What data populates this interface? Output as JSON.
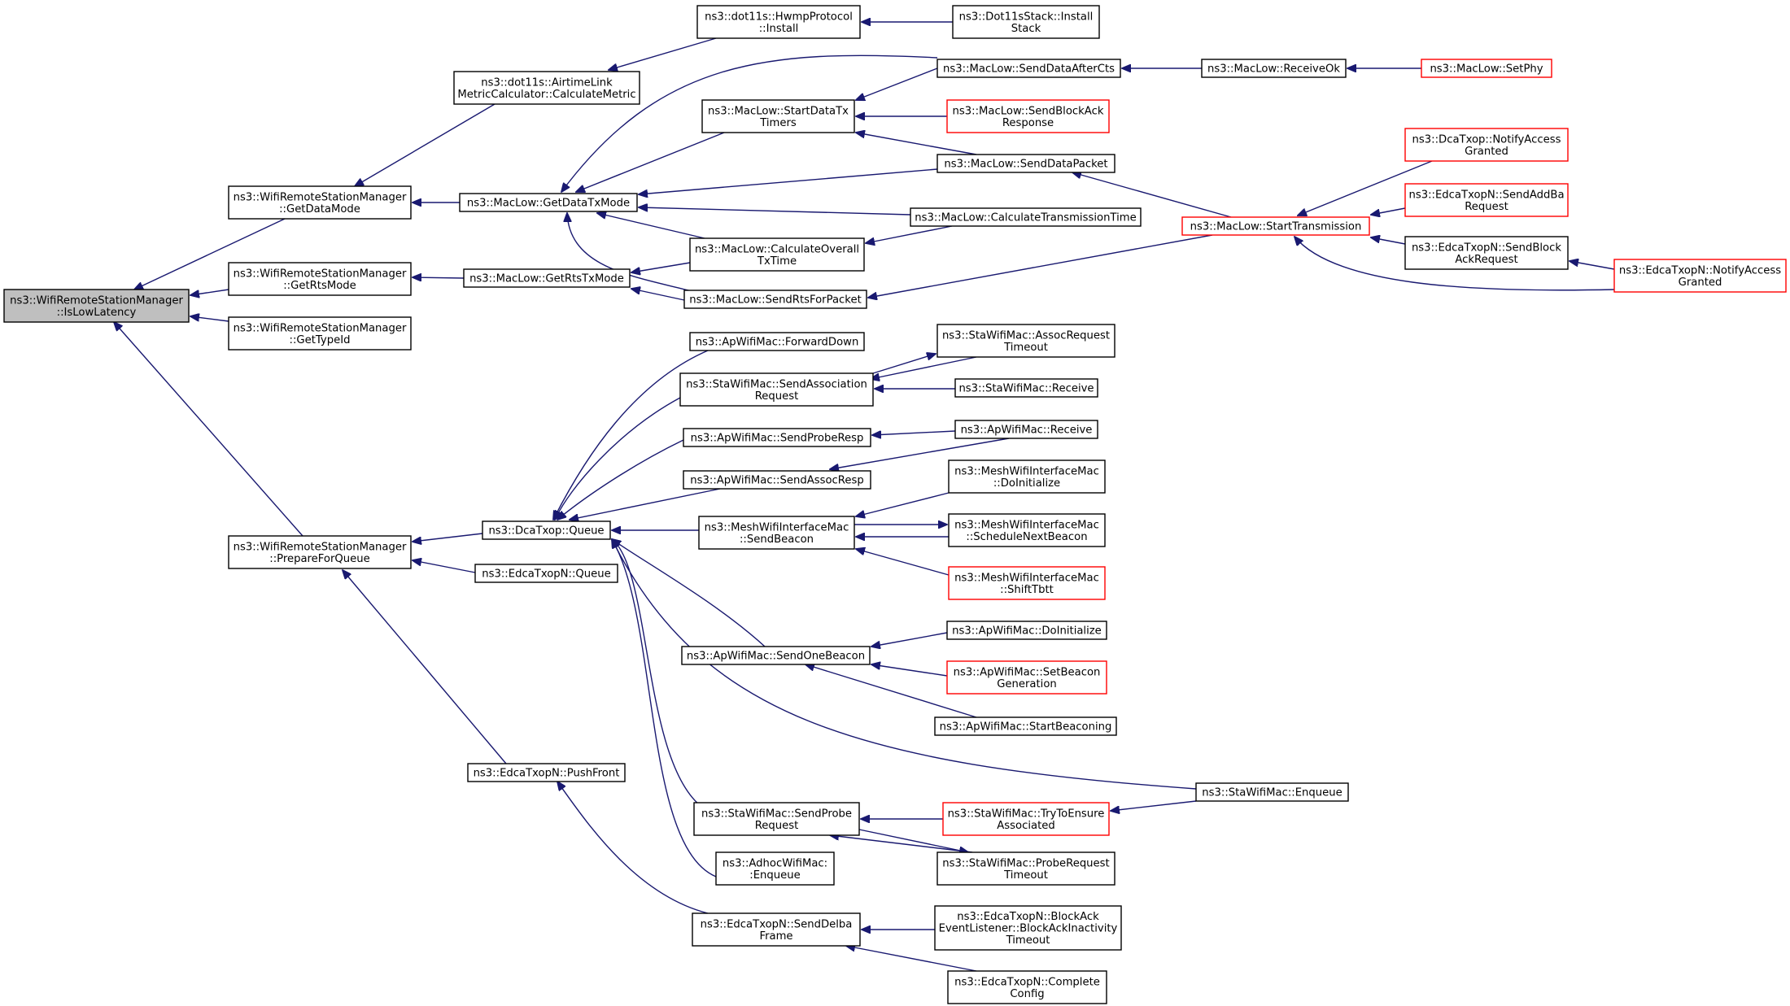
{
  "diagram": {
    "type": "doxygen-caller-graph",
    "colors": {
      "edge": "#191970",
      "node_border": "#000000",
      "truncated_border": "#ff0000",
      "root_fill": "#bfbfbf",
      "background": "#ffffff"
    },
    "nodes": [
      {
        "id": "root",
        "lines": [
          "ns3::WifiRemoteStationManager",
          "::IsLowLatency"
        ],
        "style": "root"
      },
      {
        "id": "getDataMode",
        "lines": [
          "ns3::WifiRemoteStationManager",
          "::GetDataMode"
        ]
      },
      {
        "id": "getRtsMode",
        "lines": [
          "ns3::WifiRemoteStationManager",
          "::GetRtsMode"
        ]
      },
      {
        "id": "getTypeId",
        "lines": [
          "ns3::WifiRemoteStationManager",
          "::GetTypeId"
        ]
      },
      {
        "id": "prepareForQueue",
        "lines": [
          "ns3::WifiRemoteStationManager",
          "::PrepareForQueue"
        ]
      },
      {
        "id": "airtime",
        "lines": [
          "ns3::dot11s::AirtimeLink",
          "MetricCalculator::CalculateMetric"
        ]
      },
      {
        "id": "macGetDataTxMode",
        "lines": [
          "ns3::MacLow::GetDataTxMode"
        ]
      },
      {
        "id": "macGetRtsTxMode",
        "lines": [
          "ns3::MacLow::GetRtsTxMode"
        ]
      },
      {
        "id": "dcaQueue",
        "lines": [
          "ns3::DcaTxop::Queue"
        ]
      },
      {
        "id": "edcaQueue",
        "lines": [
          "ns3::EdcaTxopN::Queue"
        ]
      },
      {
        "id": "edcaPushFront",
        "lines": [
          "ns3::EdcaTxopN::PushFront"
        ]
      },
      {
        "id": "hwmpInstall",
        "lines": [
          "ns3::dot11s::HwmpProtocol",
          "::Install"
        ]
      },
      {
        "id": "dot11sInstall",
        "lines": [
          "ns3::Dot11sStack::Install",
          "Stack"
        ]
      },
      {
        "id": "startDataTxTimers",
        "lines": [
          "ns3::MacLow::StartDataTx",
          "Timers"
        ]
      },
      {
        "id": "calcOverallTxTime",
        "lines": [
          "ns3::MacLow::CalculateOverall",
          "TxTime"
        ]
      },
      {
        "id": "sendRtsForPacket",
        "lines": [
          "ns3::MacLow::SendRtsForPacket"
        ]
      },
      {
        "id": "sendDataAfterCts",
        "lines": [
          "ns3::MacLow::SendDataAfterCts"
        ]
      },
      {
        "id": "sendBlockAckResponse",
        "lines": [
          "ns3::MacLow::SendBlockAck",
          "Response"
        ],
        "style": "red"
      },
      {
        "id": "sendDataPacket",
        "lines": [
          "ns3::MacLow::SendDataPacket"
        ]
      },
      {
        "id": "calcTransmissionTime",
        "lines": [
          "ns3::MacLow::CalculateTransmissionTime"
        ]
      },
      {
        "id": "receiveOk",
        "lines": [
          "ns3::MacLow::ReceiveOk"
        ]
      },
      {
        "id": "setPhy",
        "lines": [
          "ns3::MacLow::SetPhy"
        ],
        "style": "red"
      },
      {
        "id": "startTransmission",
        "lines": [
          "ns3::MacLow::StartTransmission"
        ],
        "style": "red"
      },
      {
        "id": "dcaNotifyAccess",
        "lines": [
          "ns3::DcaTxop::NotifyAccess",
          "Granted"
        ],
        "style": "red"
      },
      {
        "id": "edcaSendAddBa",
        "lines": [
          "ns3::EdcaTxopN::SendAddBa",
          "Request"
        ],
        "style": "red"
      },
      {
        "id": "edcaSendBlockAck",
        "lines": [
          "ns3::EdcaTxopN::SendBlock",
          "AckRequest"
        ]
      },
      {
        "id": "edcaNotifyAccess",
        "lines": [
          "ns3::EdcaTxopN::NotifyAccess",
          "Granted"
        ],
        "style": "red"
      },
      {
        "id": "apForwardDown",
        "lines": [
          "ns3::ApWifiMac::ForwardDown"
        ]
      },
      {
        "id": "staSendAssoc",
        "lines": [
          "ns3::StaWifiMac::SendAssociation",
          "Request"
        ]
      },
      {
        "id": "apSendProbeResp",
        "lines": [
          "ns3::ApWifiMac::SendProbeResp"
        ]
      },
      {
        "id": "apSendAssocResp",
        "lines": [
          "ns3::ApWifiMac::SendAssocResp"
        ]
      },
      {
        "id": "meshSendBeacon",
        "lines": [
          "ns3::MeshWifiInterfaceMac",
          "::SendBeacon"
        ]
      },
      {
        "id": "apSendOneBeacon",
        "lines": [
          "ns3::ApWifiMac::SendOneBeacon"
        ]
      },
      {
        "id": "staSendProbe",
        "lines": [
          "ns3::StaWifiMac::SendProbe",
          "Request"
        ]
      },
      {
        "id": "adhocEnqueue",
        "lines": [
          "ns3::AdhocWifiMac:",
          ":Enqueue"
        ]
      },
      {
        "id": "edcaSendDelba",
        "lines": [
          "ns3::EdcaTxopN::SendDelba",
          "Frame"
        ]
      },
      {
        "id": "staAssocTimeout",
        "lines": [
          "ns3::StaWifiMac::AssocRequest",
          "Timeout"
        ]
      },
      {
        "id": "staReceive",
        "lines": [
          "ns3::StaWifiMac::Receive"
        ]
      },
      {
        "id": "apReceive",
        "lines": [
          "ns3::ApWifiMac::Receive"
        ]
      },
      {
        "id": "meshDoInit",
        "lines": [
          "ns3::MeshWifiInterfaceMac",
          "::DoInitialize"
        ]
      },
      {
        "id": "meshSchedule",
        "lines": [
          "ns3::MeshWifiInterfaceMac",
          "::ScheduleNextBeacon"
        ]
      },
      {
        "id": "meshShiftTbtt",
        "lines": [
          "ns3::MeshWifiInterfaceMac",
          "::ShiftTbtt"
        ],
        "style": "red"
      },
      {
        "id": "apDoInit",
        "lines": [
          "ns3::ApWifiMac::DoInitialize"
        ]
      },
      {
        "id": "apSetBeaconGen",
        "lines": [
          "ns3::ApWifiMac::SetBeacon",
          "Generation"
        ],
        "style": "red"
      },
      {
        "id": "apStartBeaconing",
        "lines": [
          "ns3::ApWifiMac::StartBeaconing"
        ]
      },
      {
        "id": "staEnqueue",
        "lines": [
          "ns3::StaWifiMac::Enqueue"
        ]
      },
      {
        "id": "staTryToEnsure",
        "lines": [
          "ns3::StaWifiMac::TryToEnsure",
          "Associated"
        ],
        "style": "red"
      },
      {
        "id": "staProbeTimeout",
        "lines": [
          "ns3::StaWifiMac::ProbeRequest",
          "Timeout"
        ]
      },
      {
        "id": "edcaBlockAckInactivity",
        "lines": [
          "ns3::EdcaTxopN::BlockAck",
          "EventListener::BlockAckInactivity",
          "Timeout"
        ]
      },
      {
        "id": "edcaCompleteConfig",
        "lines": [
          "ns3::EdcaTxopN::Complete",
          "Config"
        ]
      }
    ],
    "edges": [
      {
        "from": "getDataMode",
        "to": "root"
      },
      {
        "from": "getRtsMode",
        "to": "root"
      },
      {
        "from": "getTypeId",
        "to": "root"
      },
      {
        "from": "prepareForQueue",
        "to": "root"
      },
      {
        "from": "airtime",
        "to": "getDataMode"
      },
      {
        "from": "macGetDataTxMode",
        "to": "getDataMode"
      },
      {
        "from": "macGetRtsTxMode",
        "to": "getRtsMode"
      },
      {
        "from": "dcaQueue",
        "to": "prepareForQueue"
      },
      {
        "from": "edcaQueue",
        "to": "prepareForQueue"
      },
      {
        "from": "edcaPushFront",
        "to": "prepareForQueue"
      },
      {
        "from": "hwmpInstall",
        "to": "airtime"
      },
      {
        "from": "dot11sInstall",
        "to": "hwmpInstall"
      },
      {
        "from": "sendDataAfterCts",
        "to": "macGetDataTxMode"
      },
      {
        "from": "startDataTxTimers",
        "to": "macGetDataTxMode"
      },
      {
        "from": "sendDataPacket",
        "to": "macGetDataTxMode"
      },
      {
        "from": "calcTransmissionTime",
        "to": "macGetDataTxMode"
      },
      {
        "from": "calcOverallTxTime",
        "to": "macGetDataTxMode"
      },
      {
        "from": "sendRtsForPacket",
        "to": "macGetDataTxMode"
      },
      {
        "from": "calcOverallTxTime",
        "to": "macGetRtsTxMode"
      },
      {
        "from": "sendRtsForPacket",
        "to": "macGetRtsTxMode"
      },
      {
        "from": "sendDataAfterCts",
        "to": "startDataTxTimers"
      },
      {
        "from": "sendBlockAckResponse",
        "to": "startDataTxTimers"
      },
      {
        "from": "sendDataPacket",
        "to": "startDataTxTimers"
      },
      {
        "from": "calcTransmissionTime",
        "to": "calcOverallTxTime"
      },
      {
        "from": "startTransmission",
        "to": "sendRtsForPacket"
      },
      {
        "from": "startTransmission",
        "to": "sendDataPacket"
      },
      {
        "from": "receiveOk",
        "to": "sendDataAfterCts"
      },
      {
        "from": "setPhy",
        "to": "receiveOk"
      },
      {
        "from": "dcaNotifyAccess",
        "to": "startTransmission"
      },
      {
        "from": "edcaSendAddBa",
        "to": "startTransmission"
      },
      {
        "from": "edcaSendBlockAck",
        "to": "startTransmission"
      },
      {
        "from": "edcaNotifyAccess",
        "to": "startTransmission"
      },
      {
        "from": "edcaNotifyAccess",
        "to": "edcaSendBlockAck"
      },
      {
        "from": "apForwardDown",
        "to": "dcaQueue"
      },
      {
        "from": "staSendAssoc",
        "to": "dcaQueue"
      },
      {
        "from": "apSendProbeResp",
        "to": "dcaQueue"
      },
      {
        "from": "apSendAssocResp",
        "to": "dcaQueue"
      },
      {
        "from": "meshSendBeacon",
        "to": "dcaQueue"
      },
      {
        "from": "apSendOneBeacon",
        "to": "dcaQueue"
      },
      {
        "from": "staSendProbe",
        "to": "dcaQueue"
      },
      {
        "from": "adhocEnqueue",
        "to": "dcaQueue"
      },
      {
        "from": "staEnqueue",
        "to": "dcaQueue"
      },
      {
        "from": "edcaSendDelba",
        "to": "edcaPushFront"
      },
      {
        "from": "staAssocTimeout",
        "to": "staSendAssoc"
      },
      {
        "from": "staSendAssoc",
        "to": "staAssocTimeout"
      },
      {
        "from": "staReceive",
        "to": "staSendAssoc"
      },
      {
        "from": "apReceive",
        "to": "apSendProbeResp"
      },
      {
        "from": "apReceive",
        "to": "apSendAssocResp"
      },
      {
        "from": "meshDoInit",
        "to": "meshSendBeacon"
      },
      {
        "from": "meshSchedule",
        "to": "meshSendBeacon"
      },
      {
        "from": "meshSendBeacon",
        "to": "meshSchedule"
      },
      {
        "from": "meshShiftTbtt",
        "to": "meshSendBeacon"
      },
      {
        "from": "apDoInit",
        "to": "apSendOneBeacon"
      },
      {
        "from": "apSetBeaconGen",
        "to": "apSendOneBeacon"
      },
      {
        "from": "apStartBeaconing",
        "to": "apSendOneBeacon"
      },
      {
        "from": "staTryToEnsure",
        "to": "staSendProbe"
      },
      {
        "from": "staProbeTimeout",
        "to": "staSendProbe"
      },
      {
        "from": "staSendProbe",
        "to": "staProbeTimeout"
      },
      {
        "from": "staEnqueue",
        "to": "staTryToEnsure"
      },
      {
        "from": "edcaBlockAckInactivity",
        "to": "edcaSendDelba"
      },
      {
        "from": "edcaCompleteConfig",
        "to": "edcaSendDelba"
      }
    ]
  }
}
